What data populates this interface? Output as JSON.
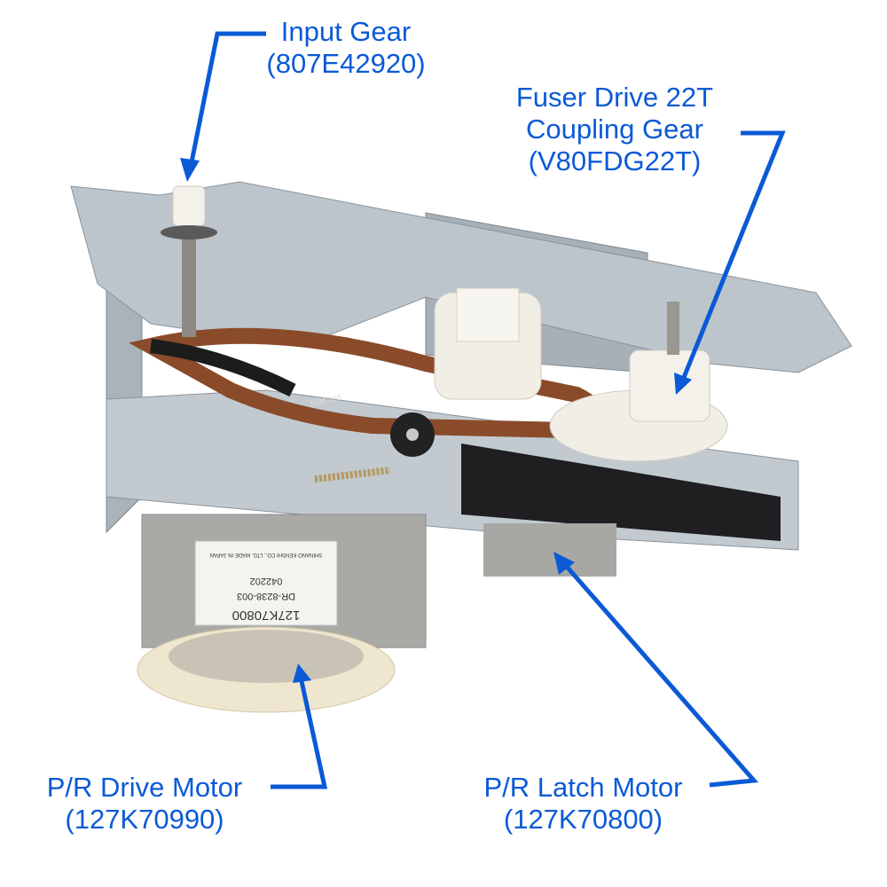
{
  "colors": {
    "annotation": "#0a5ad6",
    "plate": "#b9c2c8",
    "belt": "#8a4b2a",
    "gear": "#f4f1ea",
    "motor": "#a9a9a6",
    "fan": "#efe6cf",
    "latch": "#1f1f22"
  },
  "annotations": [
    {
      "title": "Input Gear",
      "part_number": "(807E42920)"
    },
    {
      "title_line1": "Fuser Drive 22T",
      "title_line2": "Coupling Gear",
      "part_number": "(V80FDG22T)"
    },
    {
      "title": "P/R Drive Motor",
      "part_number": "(127K70990)"
    },
    {
      "title": "P/R Latch Motor",
      "part_number": "(127K70800)"
    }
  ],
  "photo_text": {
    "motor_label_part": "127K70800",
    "motor_label_model": "DR-8238-003",
    "motor_label_code": "042202",
    "motor_label_maker": "SHINANO KENSHI CO., LTD. MADE IN JAPAN",
    "belt_marking": "S3M 168"
  }
}
